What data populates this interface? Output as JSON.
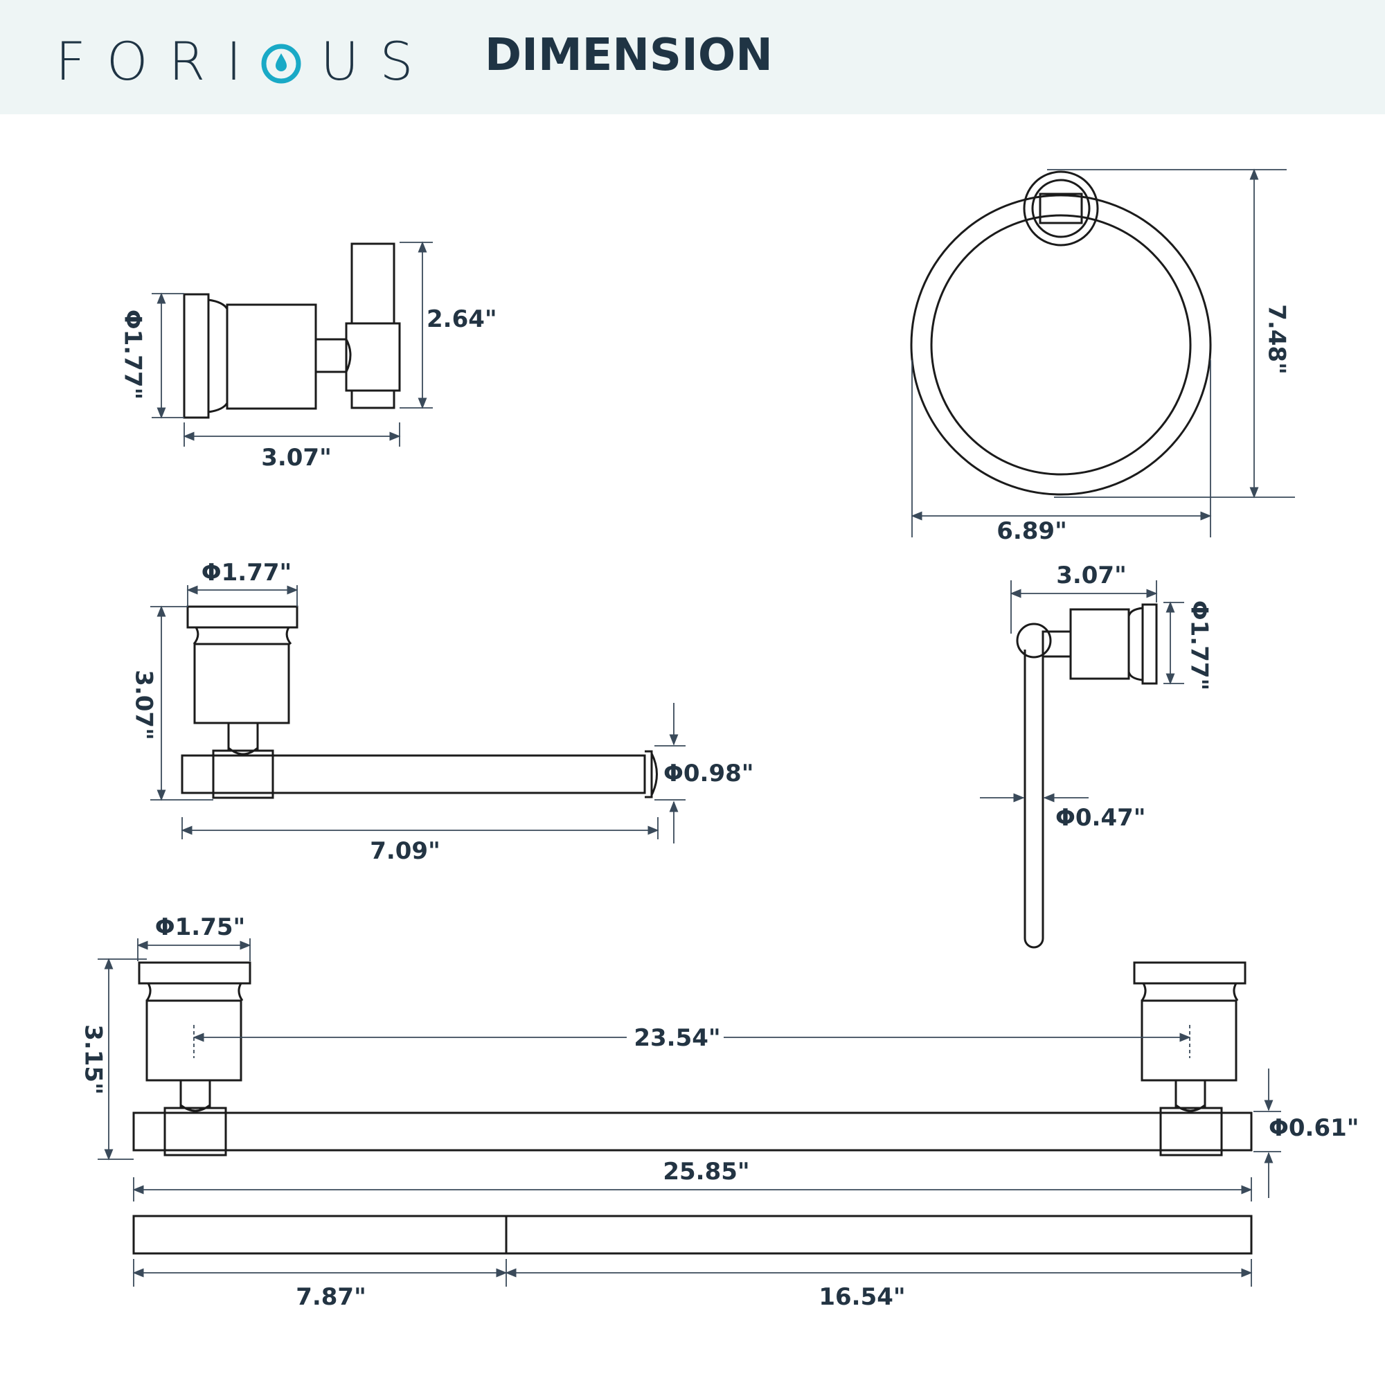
{
  "brand": {
    "name_before": "FORI",
    "name_after": "US",
    "accent": "#19a9c6"
  },
  "title": "DIMENSION",
  "colors": {
    "line": "#1b1b1b",
    "dim_line": "#3a4a5a",
    "text": "#233443",
    "header_bg": "#eef5f5"
  },
  "hook": {
    "diameter": "Φ1.77\"",
    "height": "2.64\"",
    "length": "3.07\""
  },
  "towel_ring": {
    "height": "7.48\"",
    "width": "6.89\""
  },
  "paper_holder": {
    "base_diameter": "Φ1.77\"",
    "height": "3.07\"",
    "rod_diameter": "Φ0.98\"",
    "length": "7.09\""
  },
  "hand_towel_bar": {
    "projection": "3.07\"",
    "base_diameter": "Φ1.77\"",
    "rod_diameter": "Φ0.47\""
  },
  "towel_bar": {
    "base_diameter": "Φ1.75\"",
    "height": "3.15\"",
    "center_distance": "23.54\"",
    "rod_diameter": "Φ0.61\"",
    "overall_length": "25.85\"",
    "short_section": "7.87\"",
    "long_section": "16.54\""
  }
}
